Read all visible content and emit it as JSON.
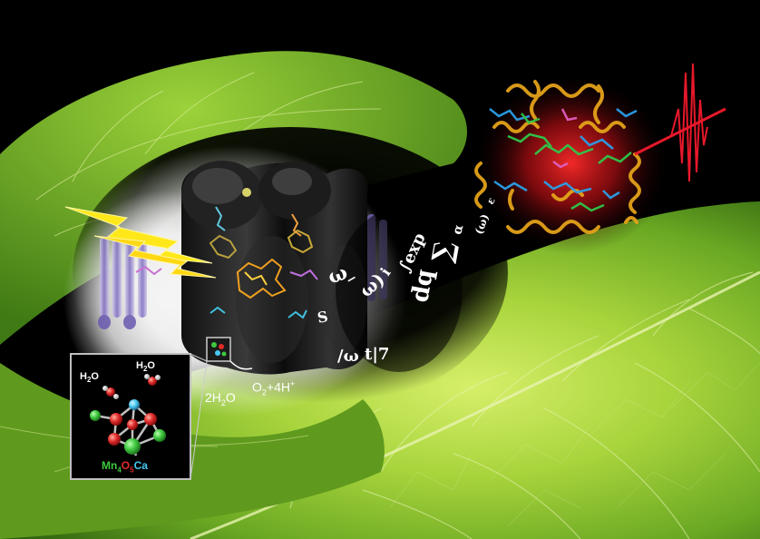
{
  "inset": {
    "water_left": {
      "base": "H",
      "sub": "2",
      "tail": "O"
    },
    "water_right": {
      "base": "H",
      "sub": "2",
      "tail": "O"
    },
    "cluster_label": {
      "mn": "Mn",
      "mn_sub": "4",
      "o": "O",
      "o_sub": "5",
      "ca": "Ca"
    }
  },
  "reaction": {
    "reactant": {
      "coef": "2H",
      "sub": "2",
      "tail": "O"
    },
    "product": {
      "o": "O",
      "o_sub": "2",
      "mid": "+4H",
      "sup": "+"
    }
  },
  "colors": {
    "leaf_light": "#c9e85a",
    "leaf_mid": "#7fb82a",
    "leaf_dark": "#2f6a10",
    "vein": "#e8f3b0",
    "bolt": "#ffe81a",
    "helix": "#e3a21a",
    "cofactor_blue": "#2aa0e8",
    "cofactor_green": "#2ec84a",
    "pulse": "#e8182a",
    "mn_green": "#3fc83f",
    "o_red": "#e02a2a",
    "ca_cyan": "#46c8f0"
  },
  "icons": [
    "lightning-bolt-icon",
    "x-ray-pulse-icon"
  ]
}
